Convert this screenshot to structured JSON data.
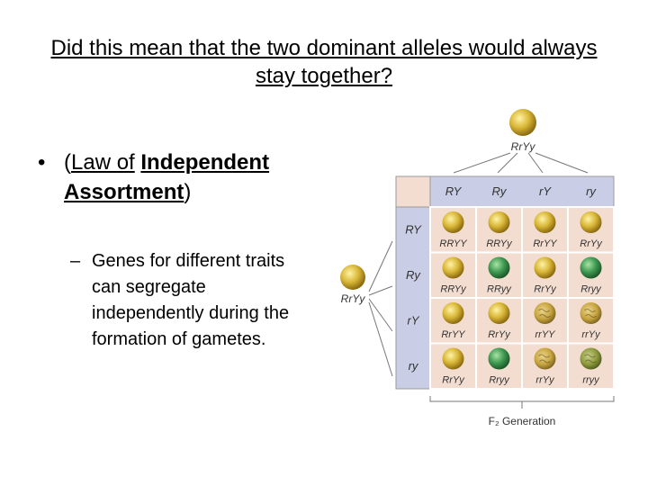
{
  "slide": {
    "title": "Did this mean that the two dominant alleles would always stay together?",
    "bullet": {
      "open_paren": "(",
      "law_of": "Law of",
      "independent": "Independent",
      "assortment": "Assortment",
      "close_paren": ")"
    },
    "sub_bullet": "Genes for different traits can segregate independently during the formation of gametes."
  },
  "diagram": {
    "top_parent": "RrYy",
    "left_parent": "RrYy",
    "column_headers": [
      "RY",
      "Ry",
      "rY",
      "ry"
    ],
    "row_headers": [
      "RY",
      "Ry",
      "rY",
      "ry"
    ],
    "cells": [
      [
        {
          "g": "RRYY",
          "p": "yellow-round"
        },
        {
          "g": "RRYy",
          "p": "yellow-round"
        },
        {
          "g": "RrYY",
          "p": "yellow-round"
        },
        {
          "g": "RrYy",
          "p": "yellow-round"
        }
      ],
      [
        {
          "g": "RRYy",
          "p": "yellow-round"
        },
        {
          "g": "RRyy",
          "p": "green-round"
        },
        {
          "g": "RrYy",
          "p": "yellow-round"
        },
        {
          "g": "Rryy",
          "p": "green-round"
        }
      ],
      [
        {
          "g": "RrYY",
          "p": "yellow-round"
        },
        {
          "g": "RrYy",
          "p": "yellow-round"
        },
        {
          "g": "rrYY",
          "p": "yellow-wrinkled"
        },
        {
          "g": "rrYy",
          "p": "yellow-wrinkled"
        }
      ],
      [
        {
          "g": "RrYy",
          "p": "yellow-round"
        },
        {
          "g": "Rryy",
          "p": "green-round"
        },
        {
          "g": "rrYy",
          "p": "yellow-wrinkled"
        },
        {
          "g": "rryy",
          "p": "green-wrinkled"
        }
      ]
    ],
    "generation_label": "F₂ Generation",
    "colors": {
      "grid_bg": "#f3ddd0",
      "header_bg": "#c9cde6",
      "yellow": "#d8b636",
      "green": "#3f9a52",
      "wrinkled_yellow": "#c6a440",
      "wrinkled_green": "#8c9a3c"
    }
  }
}
